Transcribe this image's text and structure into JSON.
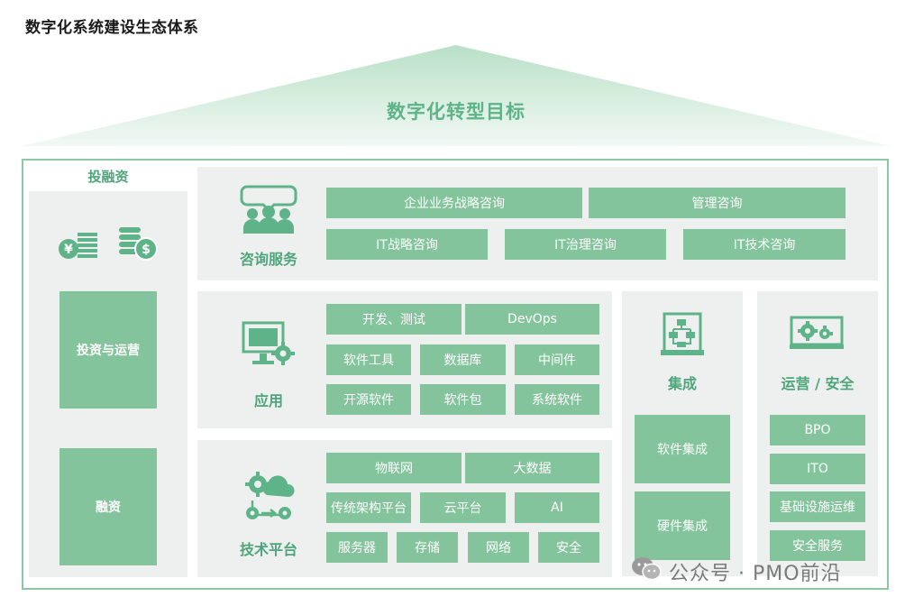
{
  "page_title": "数字化系统建设生态体系",
  "roof_label": "数字化转型目标",
  "investment": {
    "title": "投融资",
    "boxes": [
      "投资与运营",
      "融资"
    ]
  },
  "consulting": {
    "title": "咨询服务",
    "row1": [
      "企业业务战略咨询",
      "管理咨询"
    ],
    "row2": [
      "IT战略咨询",
      "IT治理咨询",
      "IT技术咨询"
    ]
  },
  "application": {
    "title": "应用",
    "row1": [
      "开发、测试",
      "DevOps"
    ],
    "row2": [
      "软件工具",
      "数据库",
      "中间件"
    ],
    "row3": [
      "开源软件",
      "软件包",
      "系统软件"
    ]
  },
  "integration": {
    "title": "集成",
    "boxes": [
      "软件集成",
      "硬件集成"
    ]
  },
  "operations": {
    "title": "运营 / 安全",
    "boxes": [
      "BPO",
      "ITO",
      "基础设施运维",
      "安全服务"
    ]
  },
  "tech_platform": {
    "title": "技术平台",
    "row1": [
      "物联网",
      "大数据"
    ],
    "row2": [
      "传统架构平台",
      "云平台",
      "AI"
    ],
    "row3": [
      "服务器",
      "存储",
      "网络",
      "安全"
    ]
  },
  "watermark": "公众号 · PMO前沿",
  "colors": {
    "accent": "#84c49d",
    "title_green": "#4fa57b",
    "panel": "#eef0ef",
    "border": "#8bc9a4"
  },
  "icons": [
    "money-icon",
    "coins-icon",
    "people-icon",
    "monitor-gear-icon",
    "flowchart-icon",
    "gears-board-icon",
    "cloud-gears-icon",
    "wechat-icon"
  ]
}
